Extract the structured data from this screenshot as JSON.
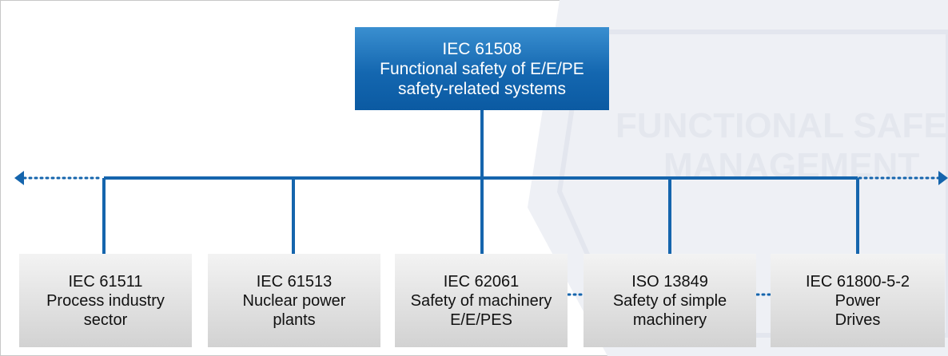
{
  "watermark": {
    "line1": "FUNCTIONAL SAFETY",
    "line2": "MANAGEMENT"
  },
  "top": {
    "lines": [
      "IEC 61508",
      "Functional safety of E/E/PE",
      "safety-related systems"
    ]
  },
  "children": [
    {
      "lines": [
        "IEC 61511",
        "Process industry",
        "sector"
      ]
    },
    {
      "lines": [
        "IEC 61513",
        "Nuclear power",
        "plants"
      ]
    },
    {
      "lines": [
        "IEC 62061",
        "Safety of machinery",
        "E/E/PES"
      ]
    },
    {
      "lines": [
        "ISO 13849",
        "Safety of simple",
        "machinery"
      ]
    },
    {
      "lines": [
        "IEC 61800-5-2",
        "Power",
        "Drives"
      ]
    }
  ],
  "colors": {
    "connector": "#1565ad",
    "dotted": "#1565ad",
    "top_box": "#1467b0",
    "child_box": "#dcdcdc"
  }
}
